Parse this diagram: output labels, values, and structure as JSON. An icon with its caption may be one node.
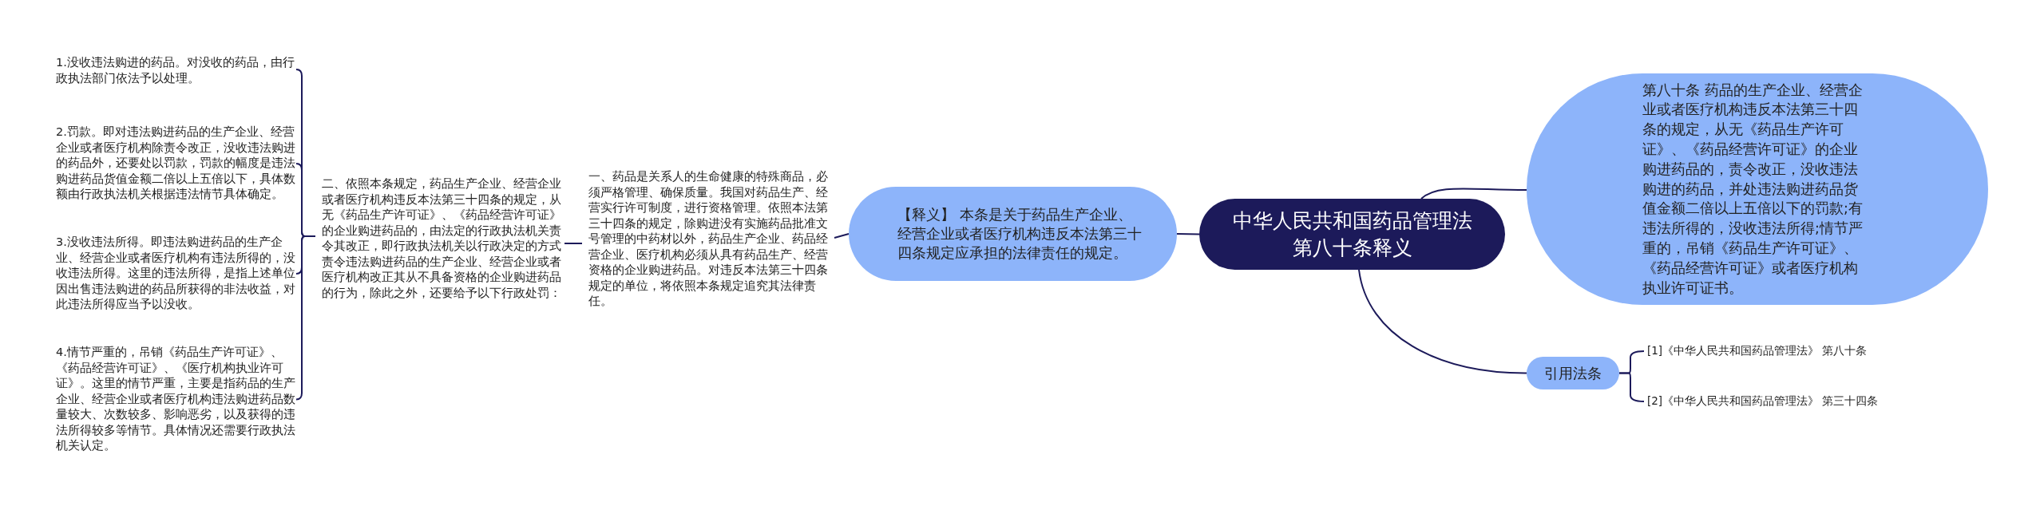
{
  "diagram": {
    "nodes": [
      {
        "text": [
          "中华人民共和国药品管理法第八十条释义"
        ]
      },
      {
        "text": [
          "【释义】 本条是关于药品生产企业、经营企业或者医疗机构违反本法第三十四条规定应承担的法律责任的规定。"
        ]
      },
      {
        "text": [
          "一、药品是关系人的生命健康的特殊商品，必须严格管理、确保质量。我国对药品生产、经营实行许可制度，进行资格管理。依照本法第三十四条的规定，除购进没有实施药品批准文号管理的中药材以外，药品生产企业、药品经营企业、医疗机构必须从具有药品生产、经营资格的企业购进药品。对违反本法第三十四条规定的单位，将依照本条规定追究其法律责任。"
        ]
      },
      {
        "text": [
          "二、依照本条规定，药品生产企业、经营企业或者医疗机构违反本法第三十四条的规定，从无《药品生产许可证》、《药品经营许可证》的企业购进药品的，由法定的行政执法机关责令其改正，即行政执法机关以行政决定的方式责令违法购进药品的生产企业、经营企业或者医疗机构改正其从不具备资格的企业购进药品的行为，除此之外，还要给予以下行政处罚："
        ]
      },
      {
        "text": [
          "1.没收违法购进的药品。对没收的药品，由行政执法部门依法予以处理。"
        ]
      },
      {
        "text": [
          "2.罚款。即对违法购进药品的生产企业、经营企业或者医疗机构除责令改正，没收违法购进的药品外，还要处以罚款，罚款的幅度是违法购进药品货值金额二倍以上五倍以下，具体数额由行政执法机关根据违法情节具体确定。"
        ]
      },
      {
        "text": [
          "3.没收违法所得。即违法购进药品的生产企业、经营企业或者医疗机构有违法所得的，没收违法所得。这里的违法所得，是指上述单位因出售违法购进的药品所获得的非法收益，对此违法所得应当予以没收。"
        ]
      },
      {
        "text": [
          "4.情节严重的，吊销《药品生产许可证》、《药品经营许可证》、《医疗机构执业许可证》。这里的情节严重，主要是指药品的生产企业、经营企业或者医疗机构违法购进药品数量较大、次数较多、影响恶劣，以及获得的违法所得较多等情节。具体情况还需要行政执法机关认定。"
        ]
      },
      {
        "text": [
          "第八十条 药品的生产企业、经营企业或者医疗机构违反本法第三十四条的规定，从无《药品生产许可证》、《药品经营许可证》的企业购进药品的，责令改正，没收违法购进的药品，并处违法购进药品货值金额二倍以上五倍以下的罚款;有违法所得的，没收违法所得;情节严重的，吊销《药品生产许可证》、《药品经营许可证》或者医疗机构执业许可证书。"
        ]
      },
      {
        "text": [
          "引用法条"
        ]
      },
      {
        "text": [
          "[1]《中华人民共和国药品管理法》 第八十条"
        ]
      },
      {
        "text": [
          "[2]《中华人民共和国药品管理法》 第三十四条"
        ]
      }
    ],
    "edges": [
      {
        "from": 0,
        "to": 1,
        "arrow": "none"
      },
      {
        "from": 1,
        "to": 2,
        "arrow": "none"
      },
      {
        "from": 2,
        "to": 3,
        "arrow": "none"
      },
      {
        "from": 3,
        "to": 4,
        "arrow": "none"
      },
      {
        "from": 3,
        "to": 5,
        "arrow": "none"
      },
      {
        "from": 3,
        "to": 6,
        "arrow": "none"
      },
      {
        "from": 3,
        "to": 7,
        "arrow": "none"
      },
      {
        "from": 0,
        "to": 8,
        "arrow": "none"
      },
      {
        "from": 0,
        "to": 9,
        "arrow": "none"
      },
      {
        "from": 9,
        "to": 10,
        "arrow": "none"
      },
      {
        "from": 9,
        "to": 11,
        "arrow": "none"
      }
    ]
  }
}
